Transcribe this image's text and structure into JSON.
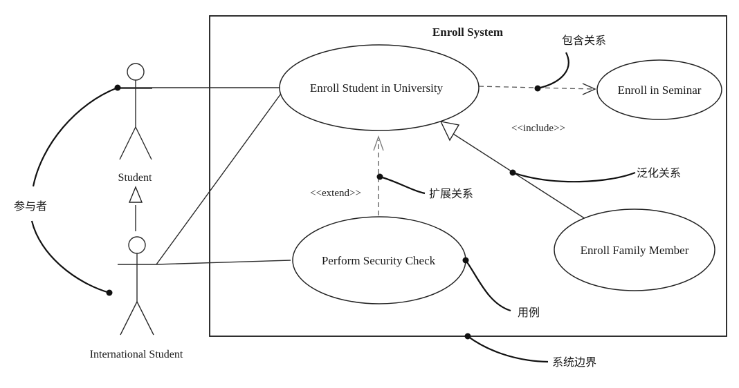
{
  "system": {
    "title": "Enroll System"
  },
  "actors": {
    "student": "Student",
    "international_student": "International Student"
  },
  "use_cases": {
    "enroll_student": "Enroll Student in University",
    "enroll_seminar": "Enroll in Seminar",
    "security_check": "Perform Security Check",
    "family_member": "Enroll Family Member"
  },
  "stereotypes": {
    "include": "<<include>>",
    "extend": "<<extend>>"
  },
  "annotations": {
    "include_relation": "包含关系",
    "generalization": "泛化关系",
    "extend_relation": "扩展关系",
    "actor": "参与者",
    "use_case": "用例",
    "system_boundary": "系统边界"
  }
}
